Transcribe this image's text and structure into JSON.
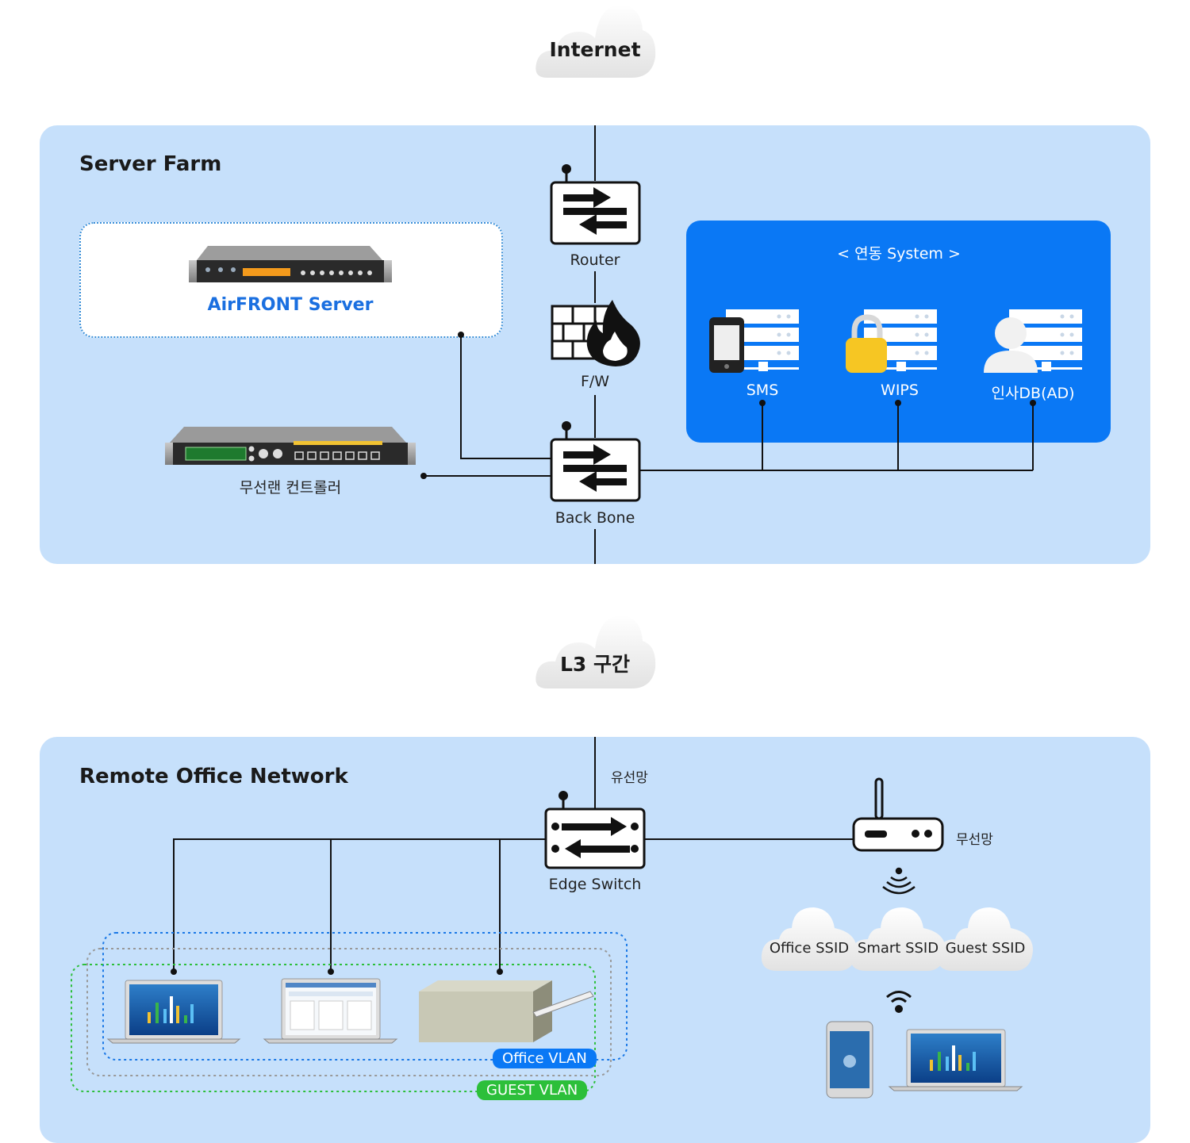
{
  "clouds": {
    "internet": "Internet",
    "l3": "L3 구간"
  },
  "server_farm": {
    "title": "Server Farm",
    "airfront_label": "AirFRONT Server",
    "wlc_label": "무선랜 컨트롤러",
    "router_label": "Router",
    "firewall_label": "F/W",
    "backbone_label": "Back Bone",
    "integration": {
      "title": "< 연동 System >",
      "systems": [
        {
          "label": "SMS",
          "icon": "phone-icon"
        },
        {
          "label": "WIPS",
          "icon": "lock-icon"
        },
        {
          "label": "인사DB(AD)",
          "icon": "user-icon"
        }
      ]
    }
  },
  "remote_office": {
    "title": "Remote Office Network",
    "wired_label": "유선망",
    "wireless_label": "무선망",
    "edge_switch_label": "Edge Switch",
    "ssids": [
      "Office SSID",
      "Smart SSID",
      "Guest SSID"
    ],
    "vlans": {
      "office": "Office VLAN",
      "guest": "GUEST VLAN"
    }
  },
  "colors": {
    "panel": "#c6e0fb",
    "integration_box": "#0a78f5",
    "airfront_text": "#1a6fe0",
    "office_vlan": "#0a78f5",
    "guest_vlan": "#2cbf3a"
  }
}
